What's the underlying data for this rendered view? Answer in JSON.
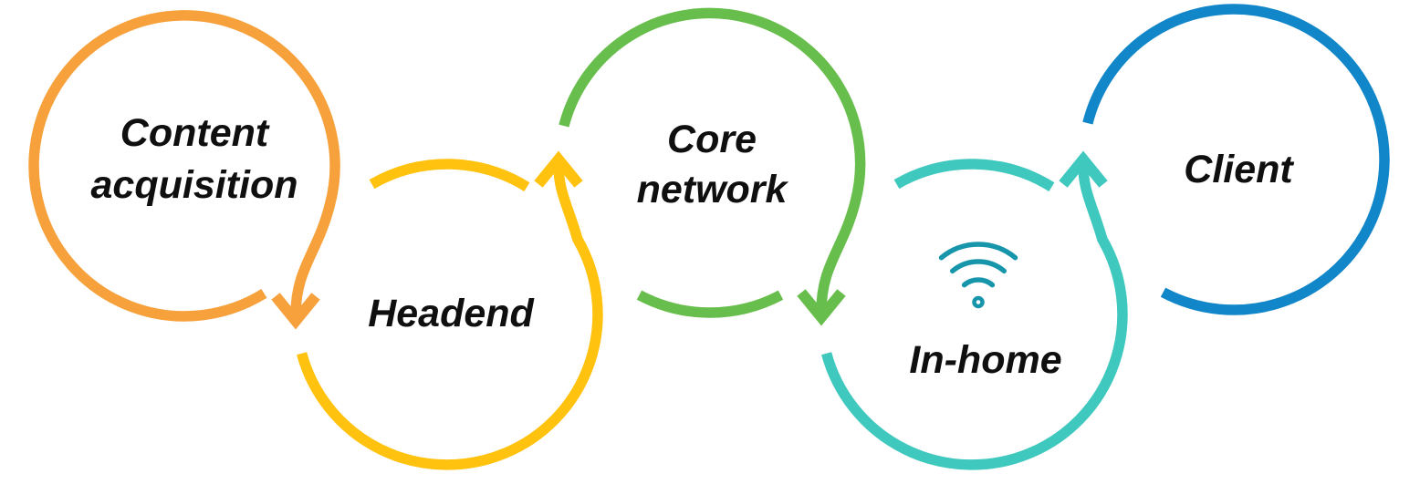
{
  "diagram": {
    "background": "#FFFFFF",
    "label_color": "#0F0F0F",
    "flow_order": [
      "Content acquisition",
      "Headend",
      "Core network",
      "In-home",
      "Client"
    ],
    "nodes": [
      {
        "label": "Content acquisition",
        "lines": [
          "Content",
          "acquisition"
        ],
        "color": "#F6A13B",
        "row": "top",
        "arrow_direction": "down"
      },
      {
        "label": "Headend",
        "lines": [
          "Headend"
        ],
        "color": "#FFC20E",
        "row": "bottom",
        "arrow_direction": "up"
      },
      {
        "label": "Core network",
        "lines": [
          "Core",
          "network"
        ],
        "color": "#68BE4C",
        "row": "top",
        "arrow_direction": "down"
      },
      {
        "label": "In-home",
        "lines": [
          "In-home"
        ],
        "color": "#3FC8BE",
        "row": "bottom",
        "arrow_direction": "up",
        "icon": "wifi-icon",
        "icon_color": "#1795AB"
      },
      {
        "label": "Client",
        "lines": [
          "Client"
        ],
        "color": "#1186C9",
        "row": "top",
        "arrow_direction": null
      }
    ]
  }
}
